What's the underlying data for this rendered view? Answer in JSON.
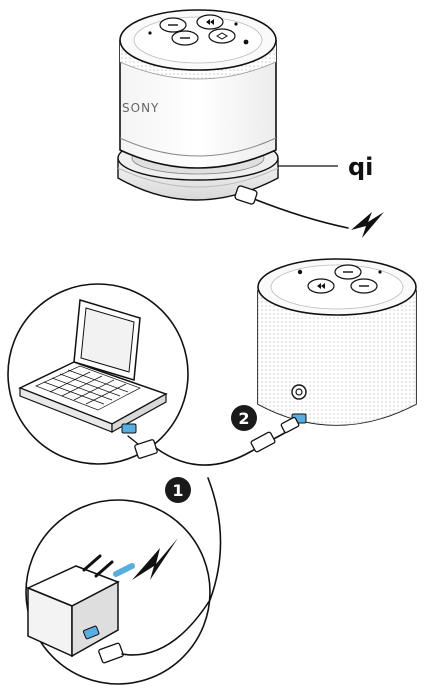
{
  "brand_text": "SONY",
  "wireless_charging_logo": "qi",
  "steps": [
    {
      "number": "1"
    },
    {
      "number": "2"
    }
  ],
  "colors": {
    "ink": "#111111",
    "speaker_body": "#ffffff",
    "mesh_dot": "#c9c9c9",
    "charging_pad": "#e6e6e6",
    "usb_port_highlight": "#58aee0",
    "step_badge": "#1a1a1a"
  },
  "icons": [
    "speaker-icon",
    "wireless-charging-pad-icon",
    "qi-logo",
    "power-bolt-icon",
    "laptop-icon",
    "usb-cable-icon",
    "wall-charger-icon"
  ]
}
